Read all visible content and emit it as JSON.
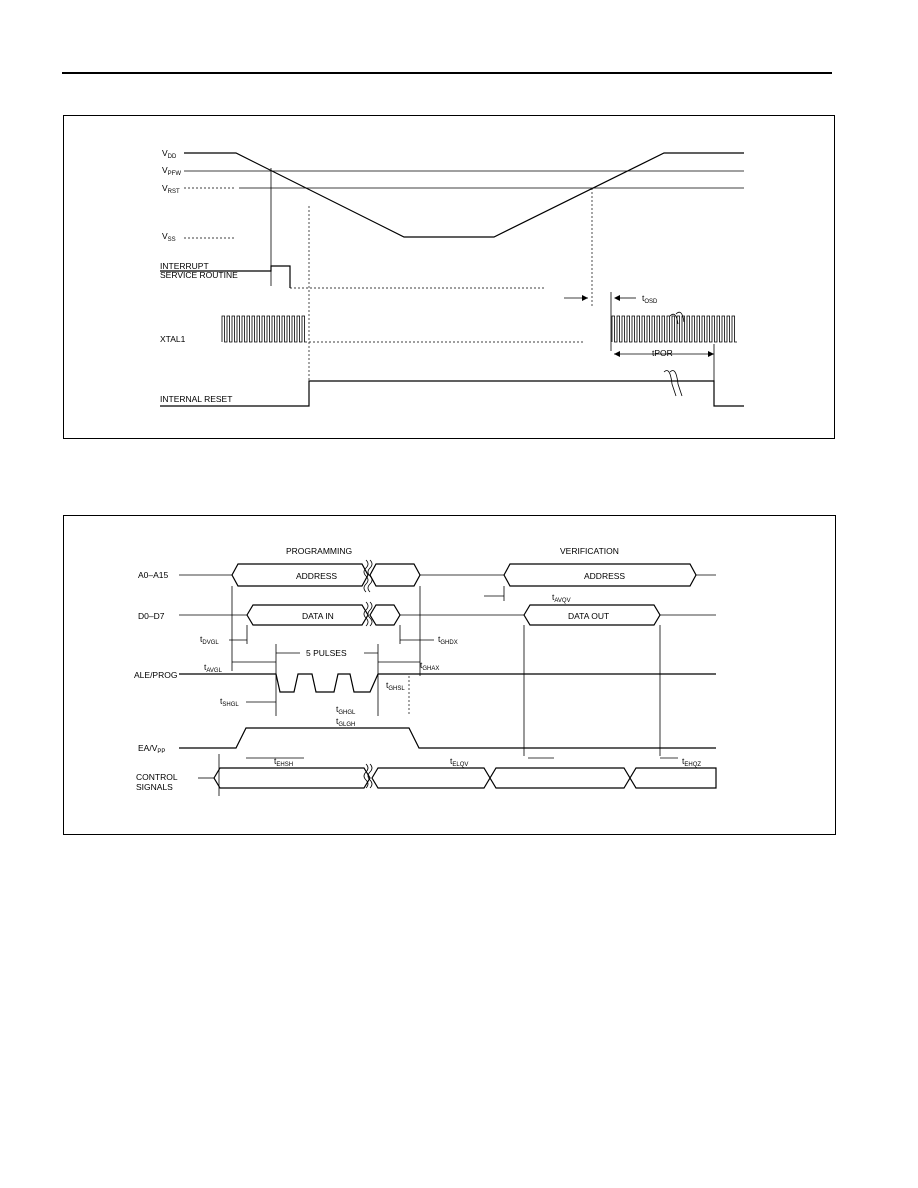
{
  "figure1": {
    "signals": {
      "vdd": {
        "main": "V",
        "sub": "DD"
      },
      "vpfw": {
        "main": "V",
        "sub": "PFW"
      },
      "vrst": {
        "main": "V",
        "sub": "RST"
      },
      "vss": {
        "main": "V",
        "sub": "SS"
      },
      "isr_line1": "INTERRUPT",
      "isr_line2": "SERVICE ROUTINE",
      "xtal1": "XTAL1",
      "internal_reset": "INTERNAL RESET"
    },
    "timings": {
      "tosd": {
        "main": "t",
        "sub": "OSD"
      },
      "tpor": "tPOR"
    }
  },
  "figure2": {
    "headers": {
      "programming": "PROGRAMMING",
      "verification": "VERIFICATION"
    },
    "signals": {
      "address_bus": "A0–A15",
      "data_bus": "D0–D7",
      "ale_prog": "ALE/PROG",
      "ea_vpp": "EA/V",
      "ea_vpp_sub": "PP",
      "control_line1": "CONTROL",
      "control_line2": "SIGNALS"
    },
    "bus_labels": {
      "address_prog": "ADDRESS",
      "address_verify": "ADDRESS",
      "data_in": "DATA IN",
      "data_out": "DATA OUT",
      "pulses": "5 PULSES"
    },
    "timings": {
      "tdvgl": {
        "main": "t",
        "sub": "DVGL"
      },
      "tavgl": {
        "main": "t",
        "sub": "AVGL"
      },
      "tghdx": {
        "main": "t",
        "sub": "GHDX"
      },
      "tghax": {
        "main": "t",
        "sub": "GHAX"
      },
      "tshgl": {
        "main": "t",
        "sub": "SHGL"
      },
      "tghgl": {
        "main": "t",
        "sub": "GHGL"
      },
      "tglgh": {
        "main": "t",
        "sub": "GLGH"
      },
      "tghsl": {
        "main": "t",
        "sub": "GHSL"
      },
      "tehsh": {
        "main": "t",
        "sub": "EHSH"
      },
      "telqv": {
        "main": "t",
        "sub": "ELQV"
      },
      "tavqv": {
        "main": "t",
        "sub": "AVQV"
      },
      "tehqz": {
        "main": "t",
        "sub": "EHQZ"
      }
    }
  }
}
